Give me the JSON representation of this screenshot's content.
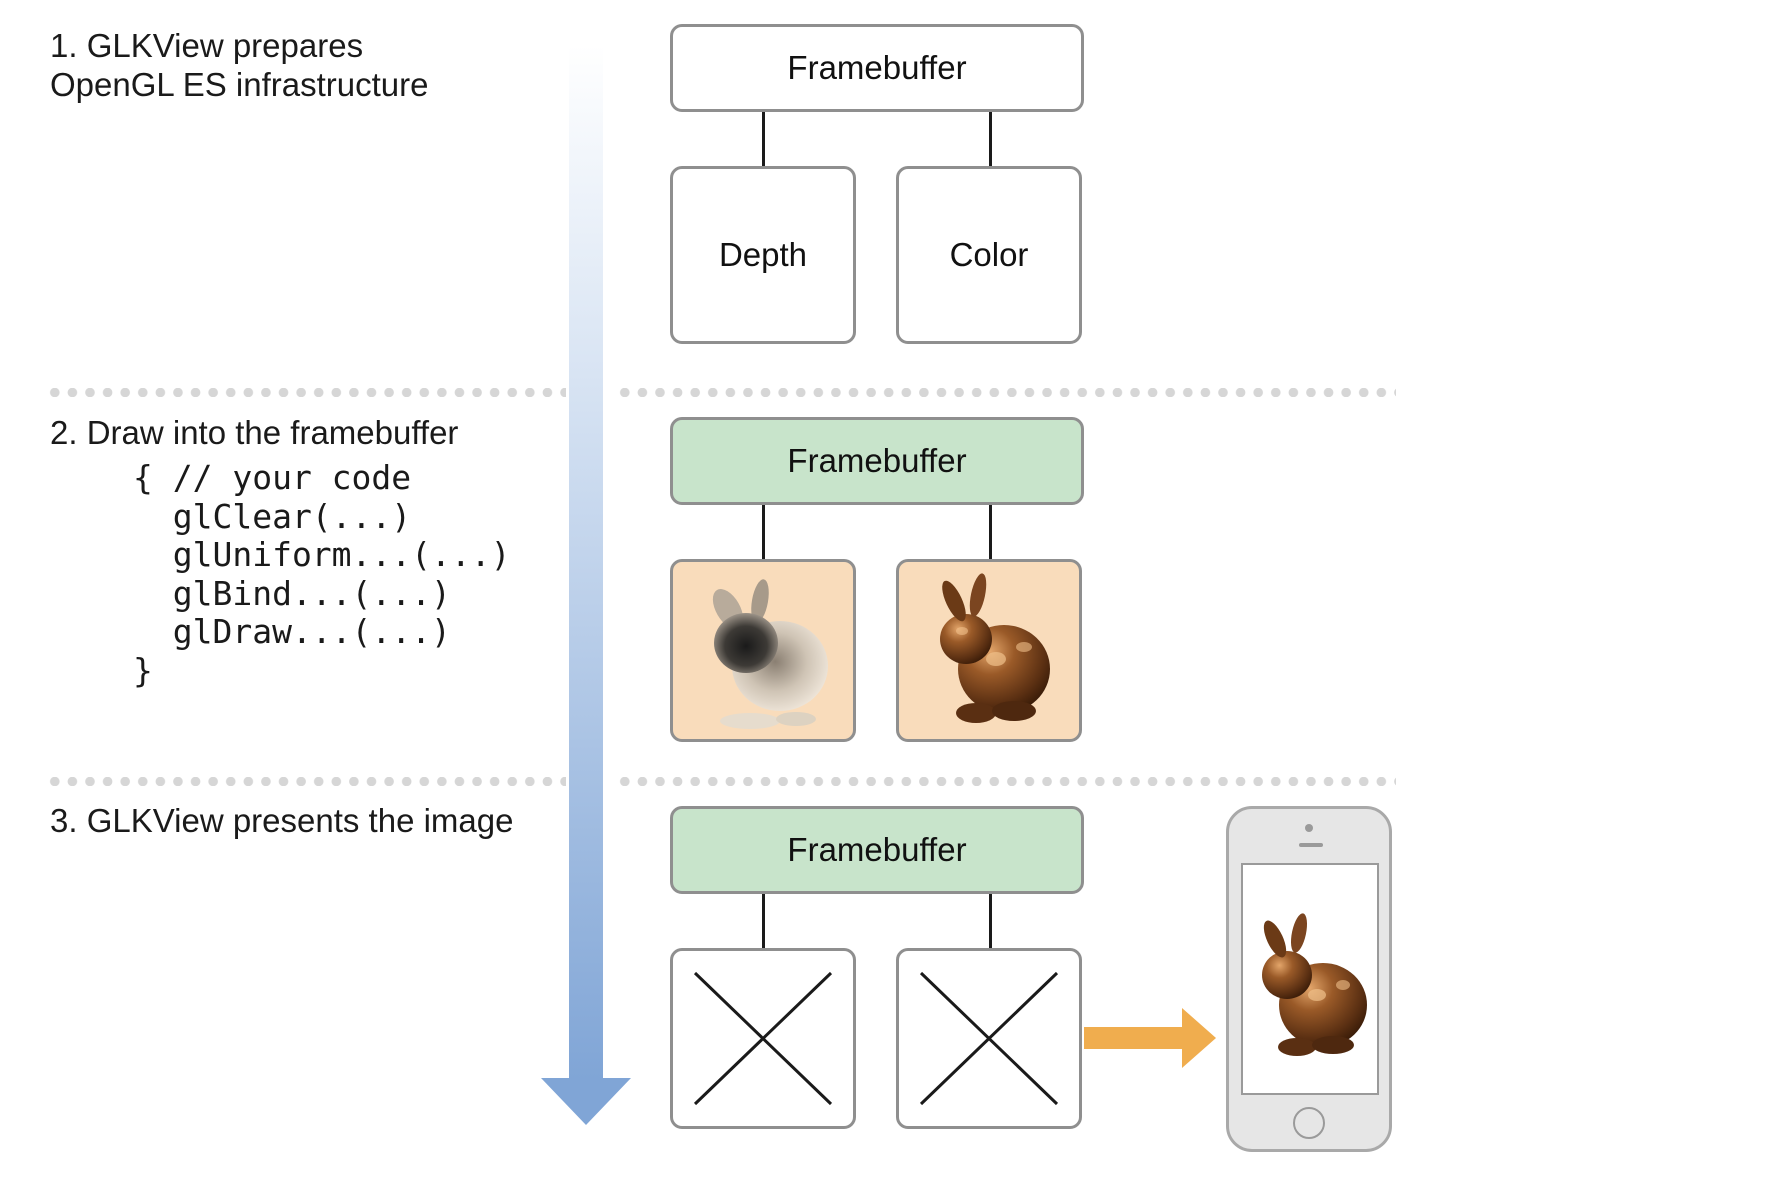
{
  "steps": [
    {
      "title": "1. GLKView prepares\n    OpenGL ES infrastructure",
      "framebuffer_label": "Framebuffer",
      "buffers": [
        "Depth",
        "Color"
      ]
    },
    {
      "title": "2. Draw into the framebuffer",
      "code": "{ // your code\n  glClear(...)\n  glUniform...(...)\n  glBind...(...)\n  glDraw...(...)\n}",
      "framebuffer_label": "Framebuffer"
    },
    {
      "title": "3. GLKView presents the image",
      "framebuffer_label": "Framebuffer"
    }
  ],
  "colors": {
    "timeline_arrow_top": "#f3f6fb",
    "timeline_arrow_bottom": "#80a5d6",
    "framebuffer_active": "#c8e4cb",
    "buffer_filled": "#f9dcbb",
    "present_arrow": "#f0ad4e",
    "box_border": "#8f8f8f"
  },
  "icons": {
    "depth_buffer_content": "grayscale-bunny-depth-image",
    "color_buffer_content": "bronze-bunny-color-image",
    "discarded_buffer": "x-mark-icon",
    "display_device": "iphone-icon"
  }
}
